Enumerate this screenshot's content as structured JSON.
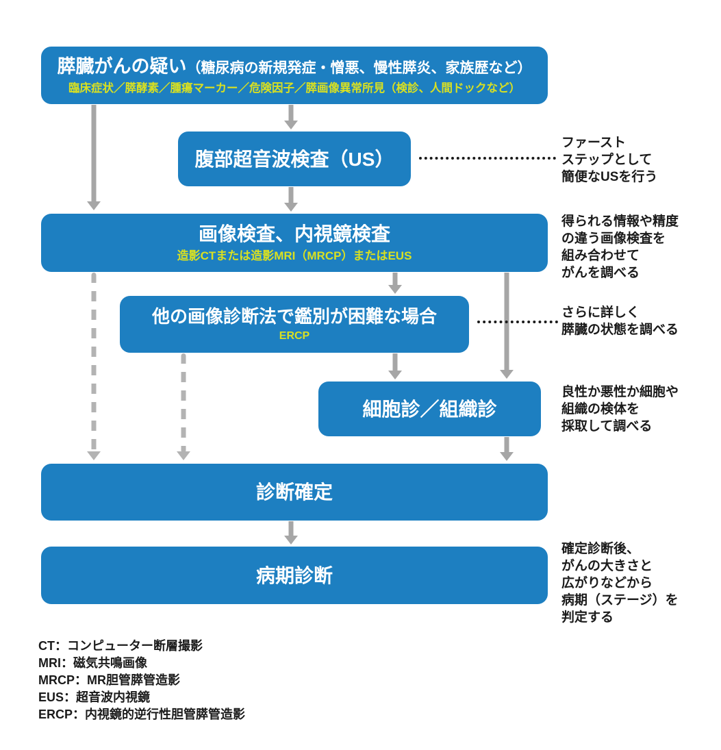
{
  "colors": {
    "box_blue": "#1d7fc1",
    "subtitle_yellow": "#d9e021",
    "arrow_solid_gray": "#a6a6a6",
    "arrow_dashed_gray": "#b3b3b3",
    "leader_dot_black": "#1a1a1a",
    "note_text": "#1a1a1a",
    "background": "#ffffff"
  },
  "flowchart": {
    "boxes": {
      "suspicion": {
        "title_main": "膵臓がんの疑い",
        "title_paren": "（糖尿病の新規発症・憎悪、慢性膵炎、家族歴など）",
        "subtitle": "臨床症状／膵酵素／腫瘍マーカー／危険因子／膵画像異常所見（検診、人間ドックなど）"
      },
      "us": {
        "title": "腹部超音波検査（US）"
      },
      "imaging": {
        "title": "画像検査、内視鏡検査",
        "subtitle": "造影CTまたは造影MRI（MRCP）またはEUS"
      },
      "difficult": {
        "title": "他の画像診断法で鑑別が困難な場合",
        "subtitle": "ERCP"
      },
      "cytology": {
        "title": "細胞診／組織診"
      },
      "confirmed": {
        "title": "診断確定"
      },
      "staging": {
        "title": "病期診断"
      }
    },
    "annotations": {
      "us_note": "ファースト\nステップとして\n簡便なUSを行う",
      "imaging_note": "得られる情報や精度\nの違う画像検査を\n組み合わせて\nがんを調べる",
      "difficult_note": "さらに詳しく\n膵臓の状態を調べる",
      "cytology_note": "良性か悪性か細胞や\n組織の検体を\n採取して調べる",
      "staging_note": "確定診断後、\nがんの大きさと\n広がりなどから\n病期（ステージ）を\n判定する"
    }
  },
  "legend": {
    "items": [
      "CT：コンピューター断層撮影",
      "MRI：磁気共鳴画像",
      "MRCP：MR胆管膵管造影",
      "EUS：超音波内視鏡",
      "ERCP：内視鏡的逆行性胆管膵管造影"
    ]
  }
}
